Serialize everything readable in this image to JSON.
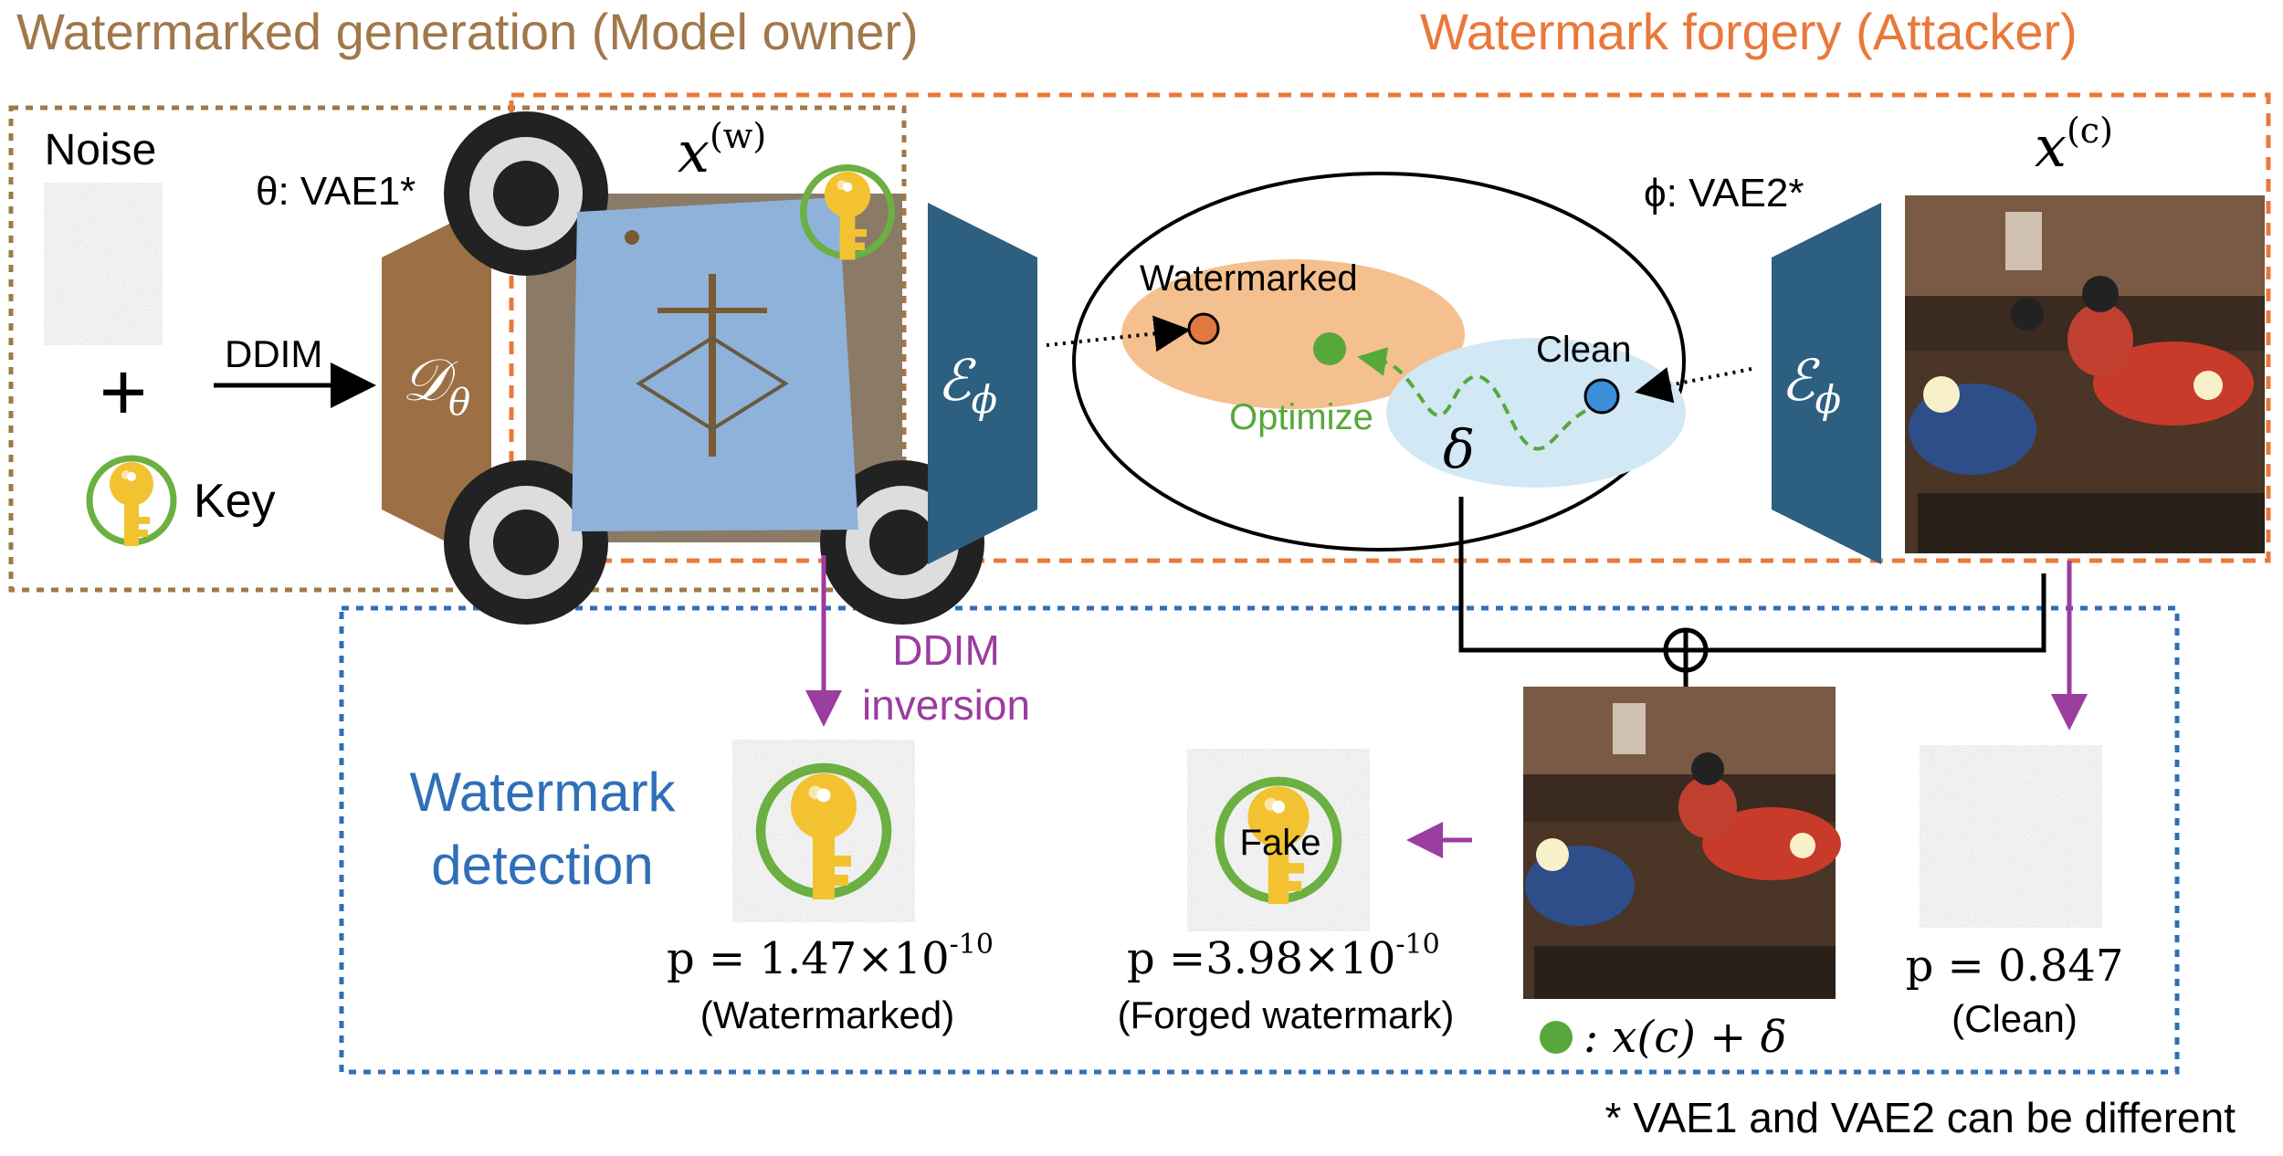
{
  "sections": {
    "generation_title": "Watermarked generation (Model owner)",
    "forgery_title": "Watermark forgery (Attacker)",
    "detection_title_line1": "Watermark",
    "detection_title_line2": "detection"
  },
  "generation": {
    "noise_label": "Noise",
    "plus_sign": "+",
    "key_label": "Key",
    "ddim_label": "DDIM",
    "vae1_label": "θ: VAE1*",
    "decoder_symbol": "𝒟",
    "decoder_subscript": "θ"
  },
  "forgery": {
    "xw_label": "x",
    "xw_superscript": "(w)",
    "xc_label": "x",
    "xc_superscript": "(c)",
    "vae2_label": "ϕ: VAE2*",
    "encoder_symbol": "ℰ",
    "encoder_subscript": "ϕ",
    "watermarked_region": "Watermarked",
    "clean_region": "Clean",
    "optimize_label": "Optimize",
    "delta_symbol": "δ",
    "oplus_symbol": "⊕"
  },
  "detection": {
    "ddim_inversion_line1": "DDIM",
    "ddim_inversion_line2": "inversion",
    "fake_label": "Fake",
    "p_watermarked": "p = 1.47×10",
    "p_watermarked_exp": "-10",
    "p_forged": "p =3.98×10",
    "p_forged_exp": "-10",
    "p_clean": "p = 0.847",
    "caption_watermarked": "(Watermarked)",
    "caption_forged": "(Forged watermark)",
    "caption_clean": "(Clean)",
    "legend_formula": ": x(c) + δ"
  },
  "footnote": "* VAE1 and VAE2 can be different",
  "colors": {
    "brown": "#A0784A",
    "orange": "#E8793A",
    "blue_section": "#2F6FB8",
    "purple": "#9B3C9F",
    "teal_block": "#2D5F80",
    "decoder_block": "#9C7044",
    "green": "#57A83A",
    "key_gold": "#F2C230",
    "region_orange": "#F5C08F",
    "region_blue": "#D3E8F5",
    "point_orange": "#E07840",
    "point_blue": "#3A8FD8"
  }
}
